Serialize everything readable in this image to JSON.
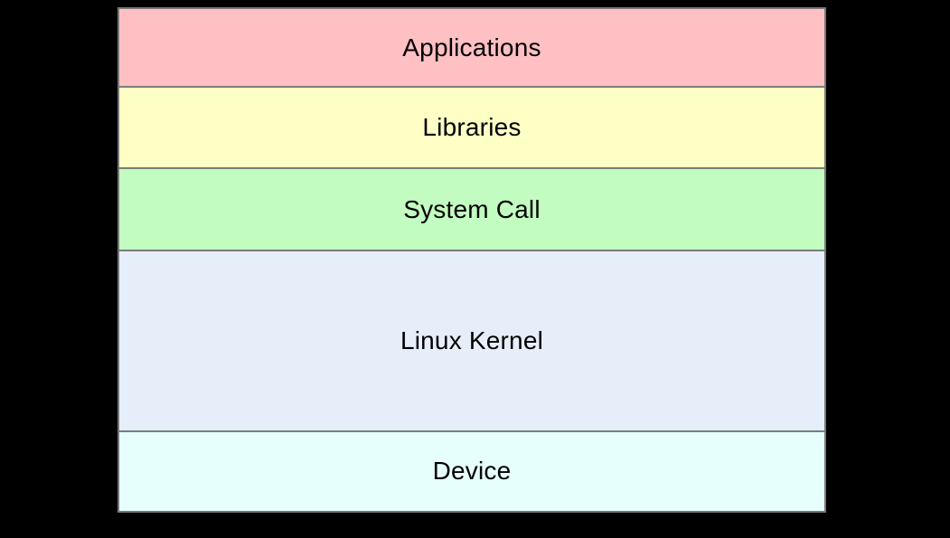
{
  "page": {
    "background_color": "#000000"
  },
  "diagram": {
    "border_color": "#7b7b7b",
    "divider_color": "#7b7b7b",
    "text_color": "#000000",
    "layers": [
      {
        "label": "Applications",
        "color": "#ffc0c4"
      },
      {
        "label": "Libraries",
        "color": "#fdffc5"
      },
      {
        "label": "System Call",
        "color": "#c2fcc0"
      },
      {
        "label": "Linux Kernel",
        "color": "#e6eefa"
      },
      {
        "label": "Device",
        "color": "#e6fffc"
      }
    ]
  }
}
